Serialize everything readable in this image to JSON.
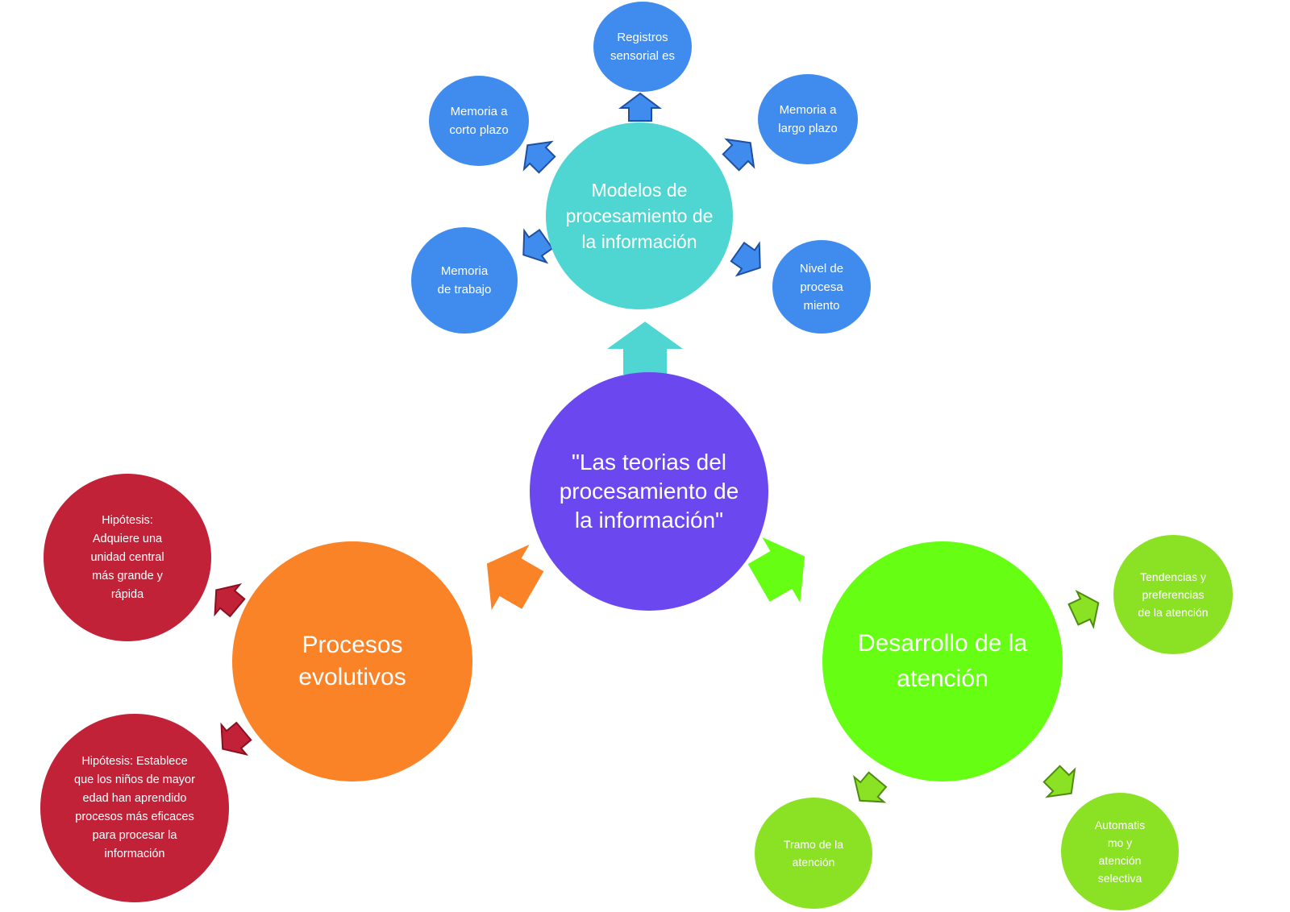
{
  "center": {
    "text": "\"Las teorias del procesamiento de la información\""
  },
  "models": {
    "text": "Modelos de procesamiento de la información",
    "children": [
      {
        "text": "Registros sensorial es"
      },
      {
        "text": "Memoria a corto plazo"
      },
      {
        "text": "Memoria a largo plazo"
      },
      {
        "text": "Memoria de trabajo"
      },
      {
        "text": "Nivel de procesa miento"
      }
    ]
  },
  "processes": {
    "text": "Procesos evolutivos",
    "children": [
      {
        "text": "Hipótesis: Adquiere una unidad central más grande y rápida"
      },
      {
        "text": "Hipótesis: Establece que los niños de mayor edad han aprendido procesos más eficaces para procesar la información"
      }
    ]
  },
  "attention": {
    "text": "Desarrollo de la atención",
    "children": [
      {
        "text": "Tendencias y preferencias de la atención"
      },
      {
        "text": "Tramo de la atención"
      },
      {
        "text": "Automatis mo y atención selectiva"
      }
    ]
  },
  "colors": {
    "center": "#6a47ee",
    "models": "#4fd6d3",
    "models_children": "#3f8cee",
    "processes": "#fa8227",
    "processes_children": "#c22238",
    "attention": "#66ff14",
    "attention_children": "#8be123"
  }
}
